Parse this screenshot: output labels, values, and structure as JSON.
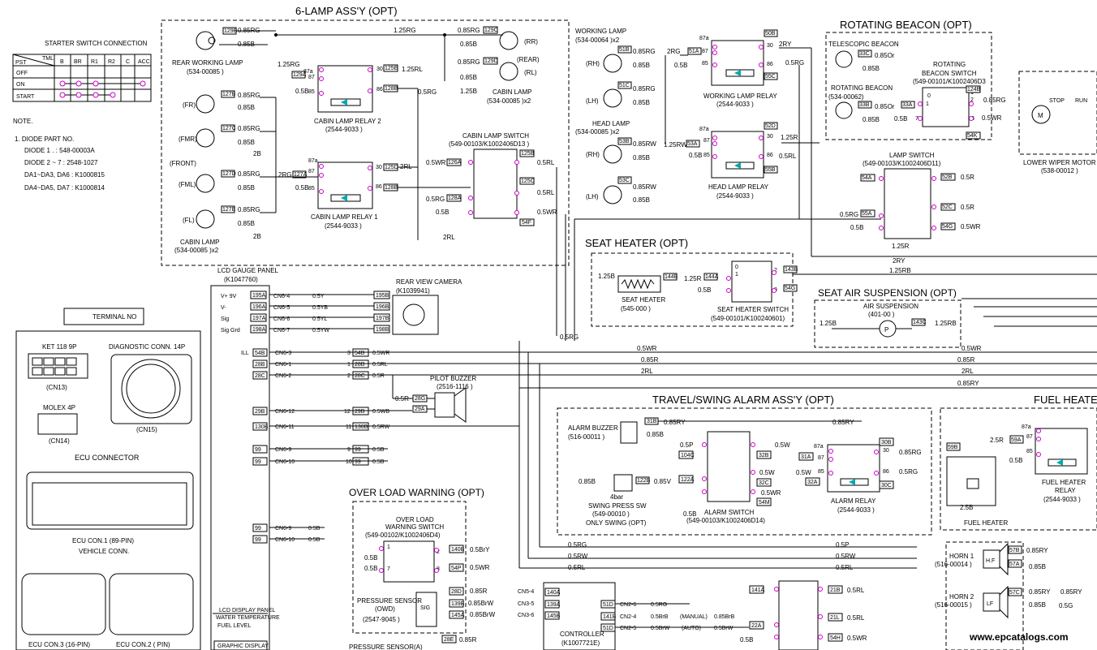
{
  "sections": {
    "six_lamp": "6-LAMP ASS'Y (OPT)",
    "rotating_beacon": "ROTATING BEACON (OPT)",
    "seat_heater": "SEAT HEATER (OPT)",
    "seat_air": "SEAT AIR SUSPENSION (OPT)",
    "travel_swing": "TRAVEL/SWING ALARM ASS'Y (OPT)",
    "fuel_heater": "FUEL HEATER",
    "over_load": "OVER LOAD WARNING (OPT)"
  },
  "starter_table": {
    "title": "STARTER SWITCH CONNECTION",
    "corner_top": "TML",
    "corner_bottom": "PST",
    "cols": [
      "B",
      "BR",
      "R1",
      "R2",
      "C",
      "ACC"
    ],
    "rows": [
      "OFF",
      "ON",
      "START"
    ]
  },
  "notes": {
    "title": "NOTE.",
    "line1": "1. DIODE PART NO.",
    "line2": "DIODE 1 .        : 548-00003A",
    "line3": "DIODE 2 ~ 7    : 2548-1027",
    "line4": "DA1~DA3, DA6 : K1000815",
    "line5": "DA4~DA5, DA7 : K1000814"
  },
  "terminal": {
    "title": "TERMINAL NO",
    "ket": "KET 118 9P",
    "cn13": "(CN13)",
    "diag": "DIAGNOSTIC CONN. 14P",
    "cn15": "(CN15)",
    "molex": "MOLEX 4P",
    "cn14": "(CN14)",
    "ecu": "ECU CONNECTOR",
    "ecu1": "ECU CON.1 (89-PIN)",
    "vehicle": "VEHICLE CONN.",
    "ecu3": "ECU CON.3 (16-PIN)",
    "ecu2": "ECU CON.2 (    PIN)"
  },
  "lamps": {
    "rear_working": "REAR WORKING LAMP",
    "rear_working_pn": "(534-00085 )",
    "cabin_lamp": "CABIN LAMP",
    "cabin_lamp_pn": "(534-00085 )x2",
    "cabin_lamp_r": "CABIN LAMP",
    "cabin_lamp_r_pn": "(534-00085 )x2",
    "fr": "(FR)",
    "fmr": "(FMR)",
    "front": "(FRONT)",
    "fml": "(FML)",
    "fl": "(FL)",
    "rr": "(RR)",
    "rear": "(REAR)",
    "rl": "(RL)",
    "relay2": "CABIN LAMP RELAY 2",
    "relay2_pn": "(2544-9033 )",
    "relay1": "CABIN LAMP RELAY 1",
    "relay1_pn": "(2544-9033 )",
    "switch": "CABIN LAMP SWITCH",
    "switch_pn": "(549-00103/K1002406D13 )"
  },
  "work": {
    "working_lamp": "WORKING LAMP",
    "working_lamp_pn": "(534-00064 )x2",
    "head_lamp": "HEAD LAMP",
    "head_lamp_pn": "(534-00085 )x2",
    "rh": "(RH)",
    "lh": "(LH)",
    "wl_relay": "WORKING LAMP RELAY",
    "wl_relay_pn": "(2544-9033 )",
    "hl_relay": "HEAD LAMP RELAY",
    "hl_relay_pn": "(2544-9033 )",
    "lamp_switch": "LAMP SWITCH",
    "lamp_switch_pn": "(549-00103/K1002406D11)"
  },
  "beacon": {
    "telescopic": "TELESCOPIC BEACON",
    "rotating": "ROTATING BEACON",
    "rotating_pn": "(534-00062)",
    "switch": "ROTATING",
    "switch2": "BEACON SWITCH",
    "switch_pn": "(549-00101/K1002406D3",
    "wiper": "LOWER WIPER MOTOR",
    "wiper_pn": "(538-00012 )",
    "stop": "STOP",
    "run": "RUN",
    "m": "M"
  },
  "seat": {
    "heater": "SEAT HEATER",
    "heater_pn": "(545-000 )",
    "switch": "SEAT HEATER SWITCH",
    "switch_pn": "(549-00101/K100240601)",
    "air": "AIR SUSPENSION",
    "air_pn": "(401-00 )",
    "p": "P"
  },
  "lcd": {
    "title": "LCD GAUGE PANEL",
    "pn": "(K1047760)",
    "camera": "REAR VIEW CAMERA",
    "camera_pn": "(K1039941)",
    "lcd_display": "LCD DISPLAY PANEL",
    "water": "WATER TEMPERATURE",
    "fuel": "FUEL LEVEL",
    "graphic": "GRAPHIC DISPLAY"
  },
  "camera_wires": [
    {
      "term": "V+ 9V",
      "pin": "195A",
      "cn": "CN6-4",
      "w": "0.5Y",
      "dst": "195B"
    },
    {
      "term": "V-",
      "pin": "196A",
      "cn": "CN6-5",
      "w": "0.5YB",
      "dst": "196B"
    },
    {
      "term": "Sig",
      "pin": "197A",
      "cn": "CN6-6",
      "w": "0.5YL",
      "dst": "197B"
    },
    {
      "term": "Sig Grd",
      "pin": "198A",
      "cn": "CN6-7",
      "w": "0.5YW",
      "dst": "198B"
    }
  ],
  "lcd_rows": [
    {
      "term": "ILL",
      "pin": "54B",
      "cn": "CN6-3",
      "num": "3",
      "p2": "54B",
      "w": "0.5WR"
    },
    {
      "term": "",
      "pin": "28B",
      "cn": "CN6-1",
      "num": "1",
      "p2": "28B",
      "w": "0.5RL"
    },
    {
      "term": "",
      "pin": "28C",
      "cn": "CN6-2",
      "num": "2",
      "p2": "28C",
      "w": "0.5R"
    },
    {
      "term": "",
      "pin": "29B",
      "cn": "CN6-12",
      "num": "12",
      "p2": "29B",
      "w": "0.5WB"
    },
    {
      "term": "",
      "pin": "130B",
      "cn": "CN6-11",
      "num": "11",
      "p2": "130B",
      "w": "0.5RW"
    },
    {
      "term": "",
      "pin": "99",
      "cn": "CN6-9",
      "num": "9",
      "p2": "99",
      "w": "0.5B"
    },
    {
      "term": "",
      "pin": "99",
      "cn": "CN6-10",
      "num": "10",
      "p2": "99",
      "w": "0.5B"
    }
  ],
  "lcd_rows_low": [
    {
      "pin": "99",
      "cn": "CN6-9",
      "w": "0.5B"
    },
    {
      "pin": "99",
      "cn": "CN6-10",
      "w": "0.5B"
    }
  ],
  "buzzer": {
    "pilot": "PILOT BUZZER",
    "pilot_pn": "(2516-1116 )",
    "w28": "0.5R",
    "p28": "28G",
    "p29": "29A",
    "alarm": "ALARM BUZZER",
    "alarm_pn": "(516-00011 )",
    "swing": "SWING PRESS SW",
    "swing_pn": "(549-00010 )",
    "swing_note": "ONLY SWING (OPT)",
    "bar": "4bar",
    "alarm_sw": "ALARM SWITCH",
    "alarm_sw_pn": "(549-00103/K1002406D14)",
    "alarm_relay": "ALARM RELAY",
    "alarm_relay_pn": "(2544-9033 )"
  },
  "fuel": {
    "relay": "FUEL HEATER",
    "relay2": "RELAY",
    "relay_pn": "(2544-9033 )",
    "heater": "FUEL HEATER"
  },
  "overload": {
    "switch": "OVER LOAD",
    "switch2": "WARNING SWITCH",
    "switch_pn": "(549-00102/K1002406D4)",
    "sensor": "PRESSURE SENSOR",
    "sensor2": "(OWD)",
    "sensor_pn": "(2547-9045 )",
    "sensor_a": "PRESSURE SENSOR(A)",
    "sig": "SIG"
  },
  "controller": {
    "title": "CONTROLLER",
    "pn": "(K1007721E)"
  },
  "horn": {
    "horn1": "HORN 1",
    "horn1_pn": "(516-00014 )",
    "hf": "H.F",
    "horn2": "HORN 2",
    "horn2_pn": "(516-00015 )",
    "lf": "LF"
  },
  "wires": {
    "w125rg": "1.25RG",
    "w085b": "0.85B",
    "w085rg": "0.85RG",
    "w125rg_b": "1.25RG",
    "w125rl": "1.25RL",
    "w05rg": "0.5RG",
    "w05b": "0.5B",
    "w125b": "1.25B",
    "w2rg": "2RG",
    "w2b": "2B",
    "w2rl": "2RL",
    "w2ry": "2RY",
    "w05rl": "0.5RL",
    "w05wr": "0.5WR",
    "w085r": "0.85R",
    "w05r": "0.5R",
    "w085ry": "0.85RY",
    "w05p": "0.5P",
    "w05rw": "0.5RW",
    "w05rl2": "0.5RL",
    "w125r": "1.25R",
    "w125rb": "1.25RB",
    "w085rw": "0.85RW",
    "w05w": "0.5W",
    "w085v": "0.85V",
    "w05brw": "0.5BrW",
    "w05bry": "0.5BrY",
    "w085brb": "0.85BrB",
    "w05ry": "0.85RY",
    "w085or": "0.85Or",
    "w05or": "0.85Or",
    "w05g": "0.5G",
    "w25r": "2.5R",
    "w25b": "2.5B",
    "w05brb": "0.5BrB",
    "w085brw": "0.85BrW"
  },
  "controller_pins": [
    {
      "pin": "140A",
      "cn": "CN5-4"
    },
    {
      "pin": "139A",
      "cn": "CN3-5"
    },
    {
      "pin": "145B",
      "cn": "CN3-6"
    }
  ],
  "cn2": [
    {
      "pin": "51D",
      "cn": "CN2-6",
      "w": "0.5RG",
      "label": ""
    },
    {
      "pin": "141B",
      "cn": "CN2-4",
      "w": "0.5BrB",
      "label": "(MANUAL)"
    },
    {
      "pin": "51D",
      "cn": "CN2-5",
      "w": "0.5BrW",
      "label": "(AUTO)"
    }
  ],
  "watermark": "www.epcatalogs.com"
}
